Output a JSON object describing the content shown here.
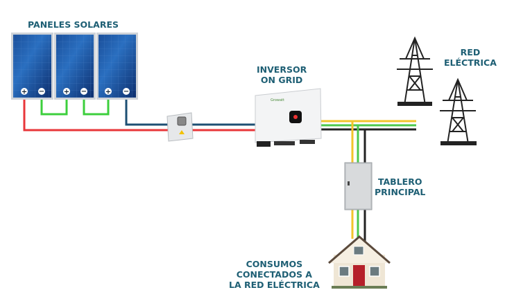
{
  "labels": {
    "panels": "PANELES SOLARES",
    "inverter_line1": "INVERSOR",
    "inverter_line2": "ON GRID",
    "grid_line1": "RED",
    "grid_line2": "ELÉCTRICA",
    "board_line1": "TABLERO",
    "board_line2": "PRINCIPAL",
    "loads_line1": "CONSUMOS",
    "loads_line2": "CONECTADOS A",
    "loads_line3": "LA RED ELÉCTRICA"
  },
  "inverter_brand": "Growatt",
  "colors": {
    "label": "#1e5f74",
    "dc_positive": "#e8363a",
    "dc_negative": "#1d4f73",
    "series_link": "#3ccf3c",
    "ac_yellow": "#f2c42b",
    "ac_green": "#4cc84c",
    "ac_black": "#222222"
  }
}
